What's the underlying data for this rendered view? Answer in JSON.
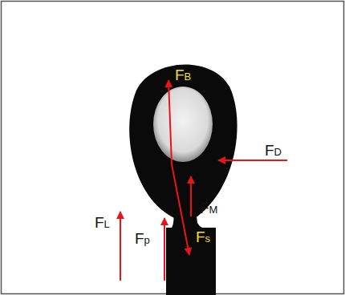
{
  "diagram": {
    "labels": [
      "FB",
      "FD",
      "FM",
      "Fs",
      "FL",
      "Fp"
    ]
  }
}
